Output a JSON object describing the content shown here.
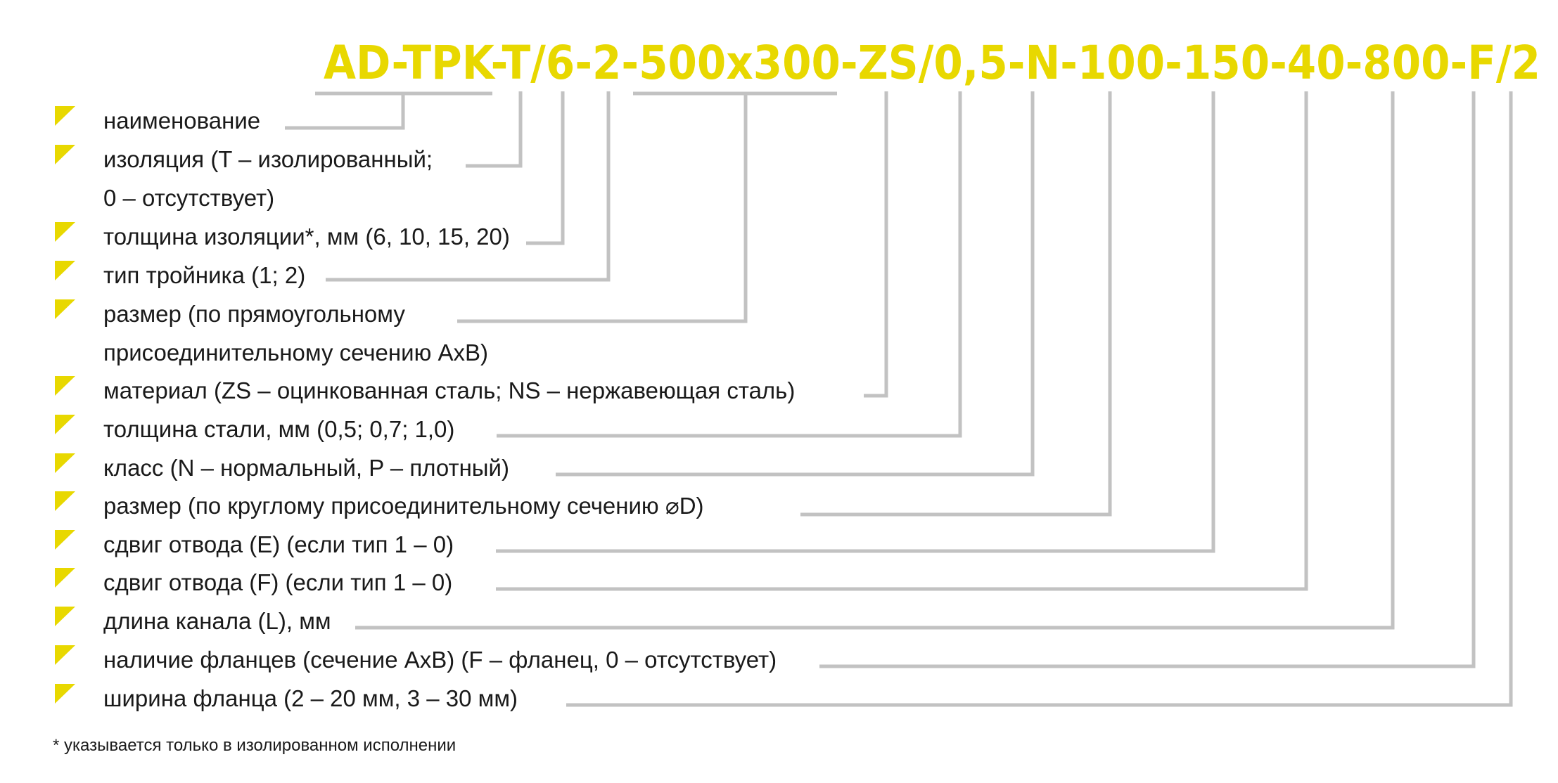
{
  "code": "AD-TPK-T/6-2-500x300-ZS/0,5-N-100-150-40-800-F/2",
  "items": [
    {
      "lines": [
        "наименование"
      ]
    },
    {
      "lines": [
        "изоляция (T – изолированный;",
        "0 – отсутствует)"
      ]
    },
    {
      "lines": [
        "толщина изоляции*, мм (6, 10, 15, 20)"
      ]
    },
    {
      "lines": [
        "тип тройника (1; 2)"
      ]
    },
    {
      "lines": [
        "размер (по прямоугольному",
        "присоединительному сечению AxB)"
      ]
    },
    {
      "lines": [
        "материал (ZS – оцинкованная сталь; NS – нержавеющая сталь)"
      ]
    },
    {
      "lines": [
        "толщина стали, мм (0,5; 0,7; 1,0)"
      ]
    },
    {
      "lines": [
        "класс (N – нормальный, P – плотный)"
      ]
    },
    {
      "lines": [
        "размер (по круглому присоединительному сечению ⌀D)"
      ]
    },
    {
      "lines": [
        "сдвиг отвода (E) (если тип 1 – 0)"
      ]
    },
    {
      "lines": [
        "сдвиг отвода (F) (если тип 1 – 0)"
      ]
    },
    {
      "lines": [
        "длина канала (L), мм"
      ]
    },
    {
      "lines": [
        "наличие фланцев (сечение AxB) (F – фланец, 0 – отсутствует)"
      ]
    },
    {
      "lines": [
        "ширина фланца (2 – 20 мм, 3 – 30 мм)"
      ]
    }
  ],
  "footnote": "* указывается только в изолированном исполнении",
  "colors": {
    "code": "#e8d800",
    "bullet": "#e8d800",
    "leader": "#c2c2c2",
    "text": "#1a1a1a"
  }
}
